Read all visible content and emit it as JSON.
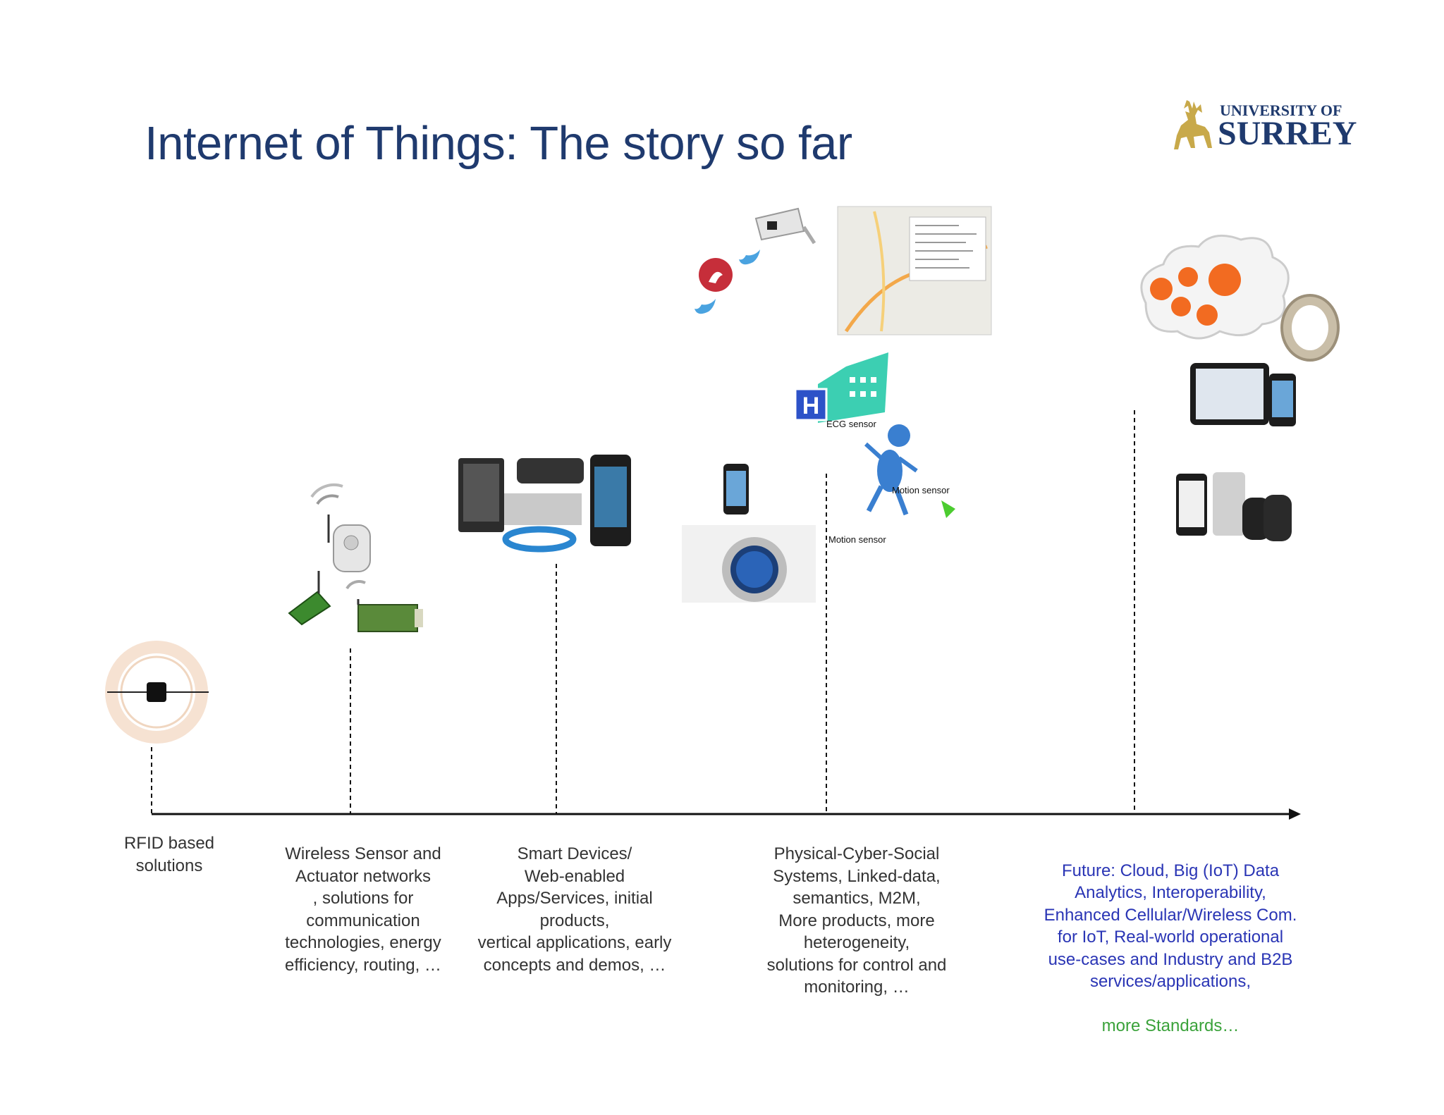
{
  "title": "Internet of Things: The story so far",
  "logo": {
    "line1": "UNIVERSITY OF",
    "line2": "SURREY"
  },
  "milestones": [
    {
      "label": "RFID based\nsolutions"
    },
    {
      "label": "Wireless Sensor and\nActuator networks\n, solutions for\ncommunication\ntechnologies, energy\nefficiency, routing, …"
    },
    {
      "label": "Smart Devices/\nWeb-enabled\nApps/Services, initial\nproducts,\nvertical applications, early\nconcepts and demos, …"
    },
    {
      "label": "Physical-Cyber-Social\nSystems, Linked-data,\nsemantics, M2M,\nMore products, more\nheterogeneity,\nsolutions for control and\nmonitoring, …"
    },
    {
      "label": "Future: Cloud, Big (IoT) Data\nAnalytics, Interoperability,\nEnhanced Cellular/Wireless Com.\nfor IoT, Real-world operational\nuse-cases and Industry and B2B\nservices/applications,",
      "extra": "more Standards…"
    }
  ],
  "image_labels": {
    "motion_sensor_1": "Motion sensor",
    "motion_sensor_2": "Motion sensor",
    "ecg_sensor": "ECG sensor"
  },
  "colors": {
    "title": "#1f3a6e",
    "future_text": "#2a35b5",
    "standards_text": "#3aa23a",
    "axis": "#111111"
  }
}
